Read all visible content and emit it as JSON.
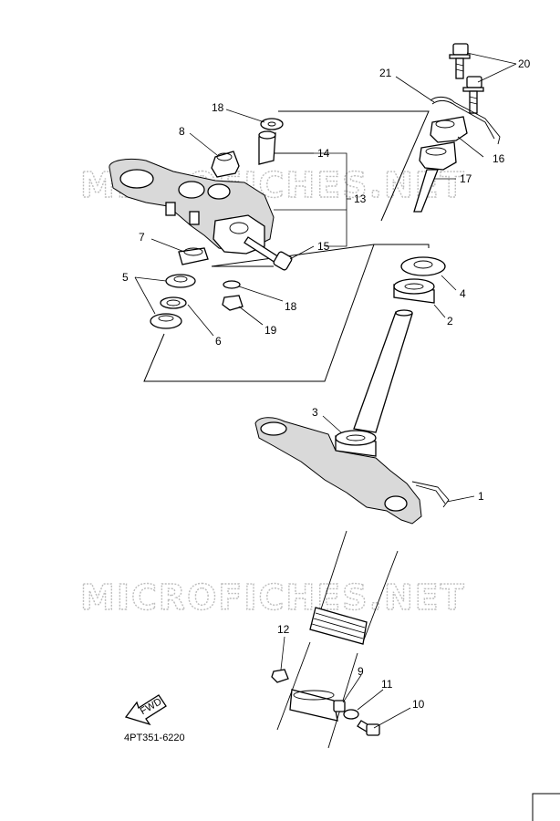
{
  "diagram": {
    "watermark": "MICROFICHES.NET",
    "figure_code": "4PT351-6220",
    "fwd_label": "FWD",
    "callouts": {
      "p1": "1",
      "p2": "2",
      "p3": "3",
      "p4": "4",
      "p5": "5",
      "p6": "6",
      "p7": "7",
      "p8": "8",
      "p9": "9",
      "p10": "10",
      "p11": "11",
      "p12": "12",
      "p13": "13",
      "p14": "14",
      "p15": "15",
      "p16": "16",
      "p17": "17",
      "p18a": "18",
      "p18b": "18",
      "p19": "19",
      "p20": "20",
      "p21": "21"
    }
  }
}
